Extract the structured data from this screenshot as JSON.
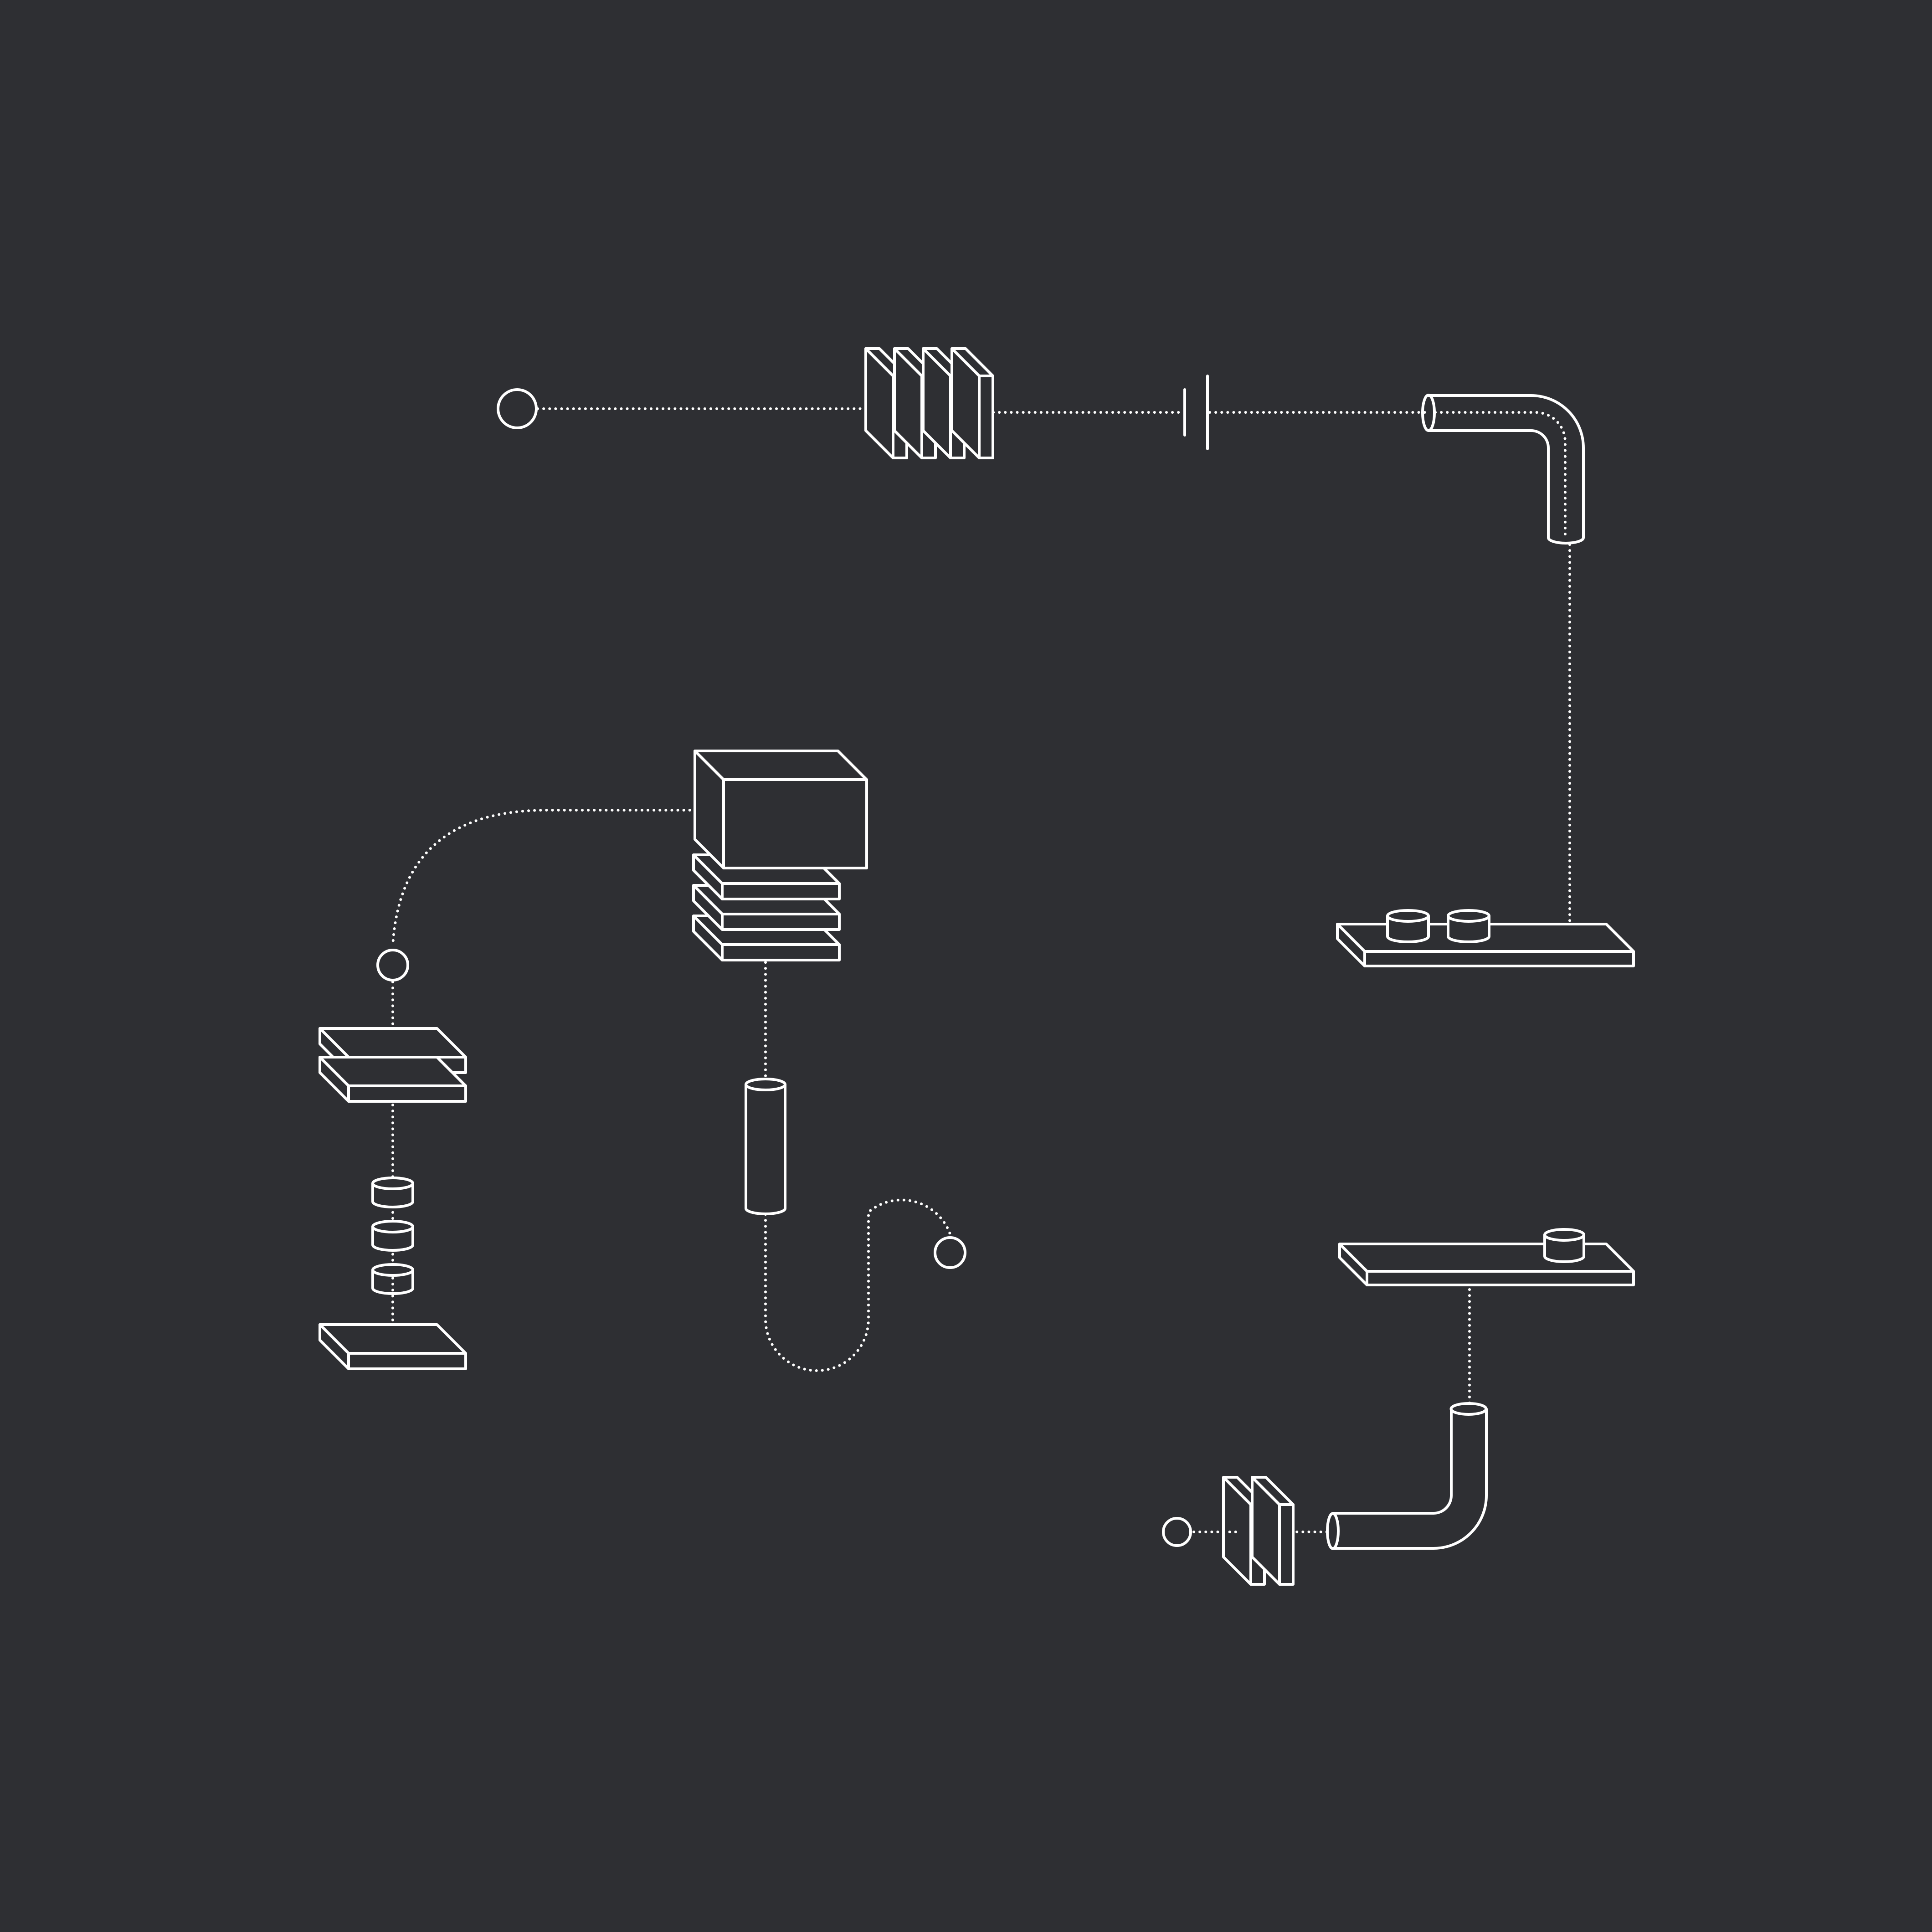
{
  "diagram": {
    "kind": "isometric-line-art",
    "text_labels": [],
    "colors": {
      "background": "#2e2f33",
      "line": "#ffffff"
    },
    "line_styles": {
      "components": "solid",
      "connectors": "dotted"
    },
    "components": {
      "circle_terminals": 4,
      "filter_stacks": 2,
      "capacitors": 1,
      "elbow_pipes": 2,
      "boards": 4,
      "cylinders": 7,
      "boxes": 1
    }
  }
}
